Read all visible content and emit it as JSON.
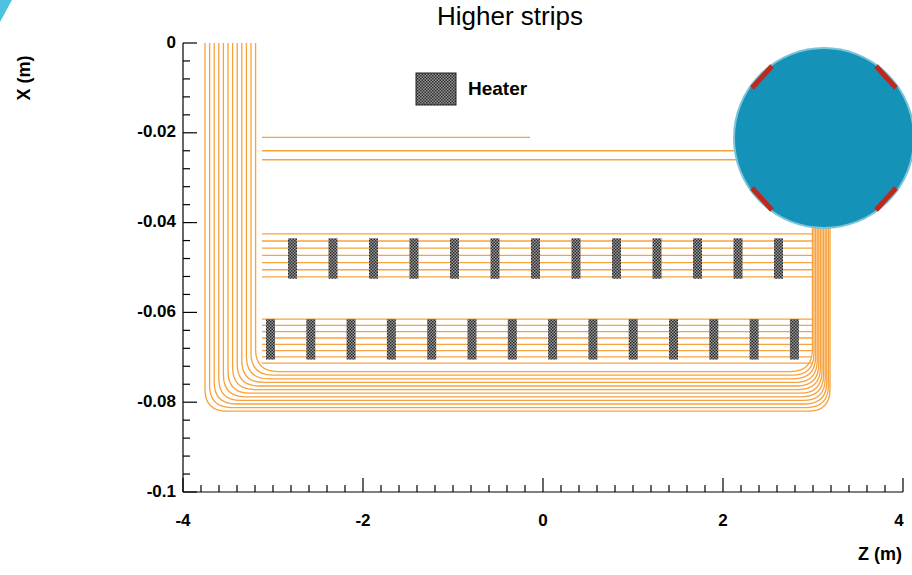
{
  "diagram": {
    "title": "Higher strips",
    "labels": [
      "X (m)",
      "0",
      "-0.02",
      "-0.04",
      "-0.06",
      "-0.08",
      "-0.1",
      "-4",
      "-2",
      "0",
      "2",
      "4",
      "Z (m)"
    ],
    "legend": [
      {
        "text": "Heater"
      }
    ]
  }
}
